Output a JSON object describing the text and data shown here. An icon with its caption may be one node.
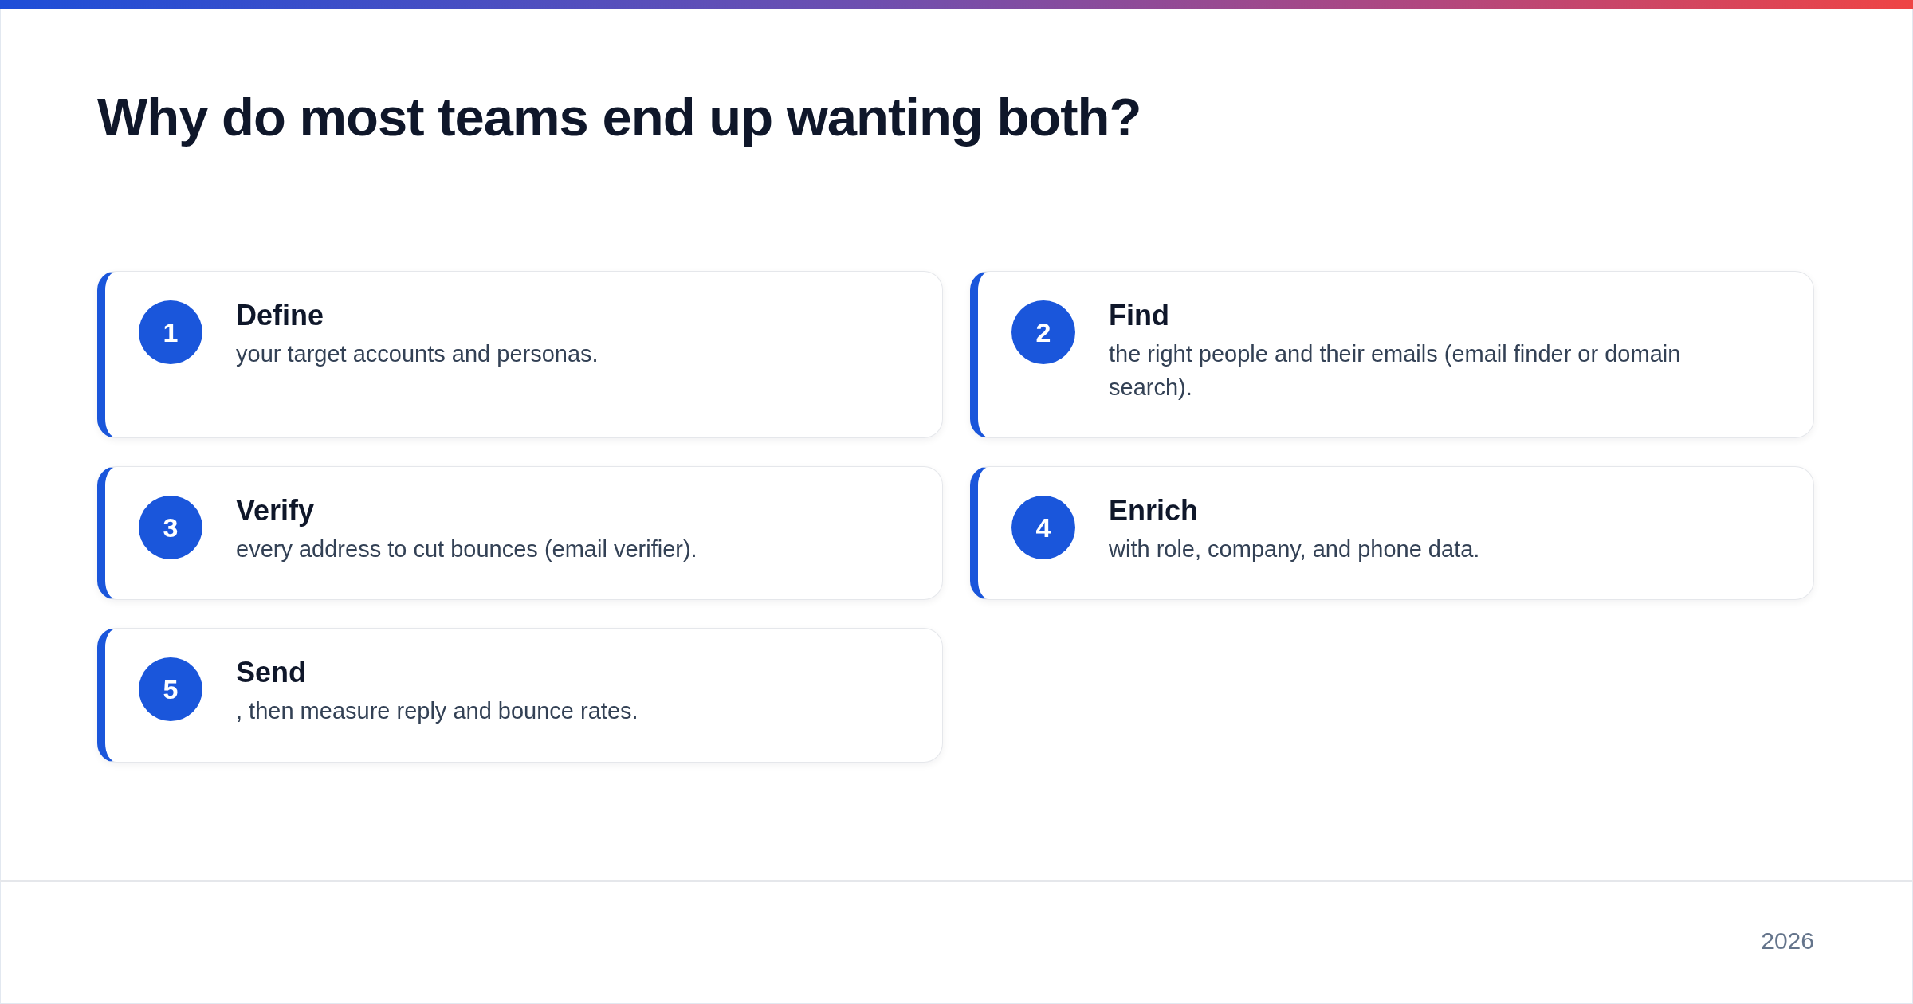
{
  "diagram": {
    "title": "Why do most teams end up wanting both?",
    "nodes": [
      {
        "text": [
          "Define",
          "your target accounts and personas."
        ]
      },
      {
        "text": [
          "1"
        ],
        "in": 0
      },
      {
        "text": [
          "Find",
          "the right people and their emails (email finder or domain search)."
        ]
      },
      {
        "text": [
          "2"
        ],
        "in": 2
      },
      {
        "text": [
          "Verify",
          "every address to cut bounces (email verifier)."
        ]
      },
      {
        "text": [
          "3"
        ],
        "in": 4
      },
      {
        "text": [
          "Enrich",
          "with role, company, and phone data."
        ]
      },
      {
        "text": [
          "4"
        ],
        "in": 6
      },
      {
        "text": [
          "Send",
          ", then measure reply and bounce rates."
        ]
      },
      {
        "text": [
          "5"
        ],
        "in": 8
      }
    ],
    "labels": [
      "2026"
    ]
  }
}
